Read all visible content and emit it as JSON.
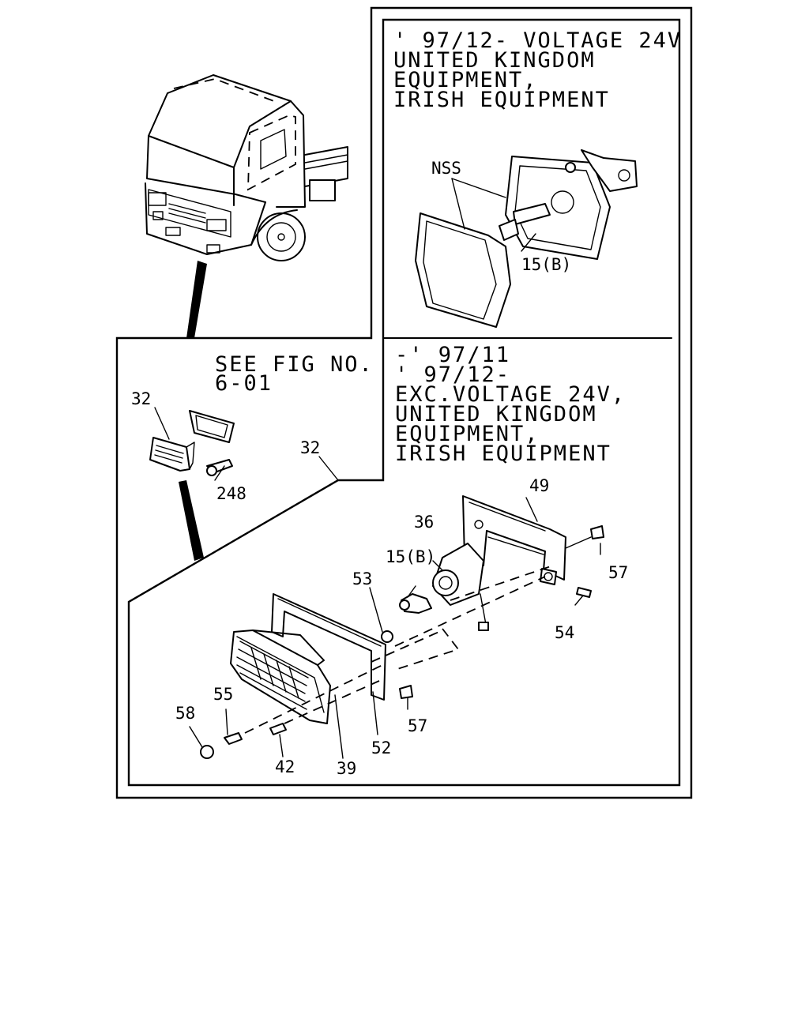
{
  "notes": {
    "top_right": [
      "' 97/12- VOLTAGE 24V",
      "UNITED KINGDOM",
      "EQUIPMENT,",
      "IRISH EQUIPMENT"
    ],
    "see_fig": [
      "SEE FIG NO.",
      "6-01"
    ],
    "bottom_right": [
      "-' 97/11",
      "' 97/12-",
      "EXC.VOLTAGE 24V,",
      "UNITED KINGDOM",
      "EQUIPMENT,",
      "IRISH EQUIPMENT"
    ]
  },
  "callouts": {
    "nss": "NSS",
    "bulb_top": "15(B)",
    "c32a": "32",
    "c32b": "32",
    "c248": "248",
    "c49": "49",
    "c36": "36",
    "c15b": "15(B)",
    "c53": "53",
    "c57a": "57",
    "c54": "54",
    "c57b": "57",
    "c55": "55",
    "c58": "58",
    "c42": "42",
    "c39": "39",
    "c52": "52"
  }
}
